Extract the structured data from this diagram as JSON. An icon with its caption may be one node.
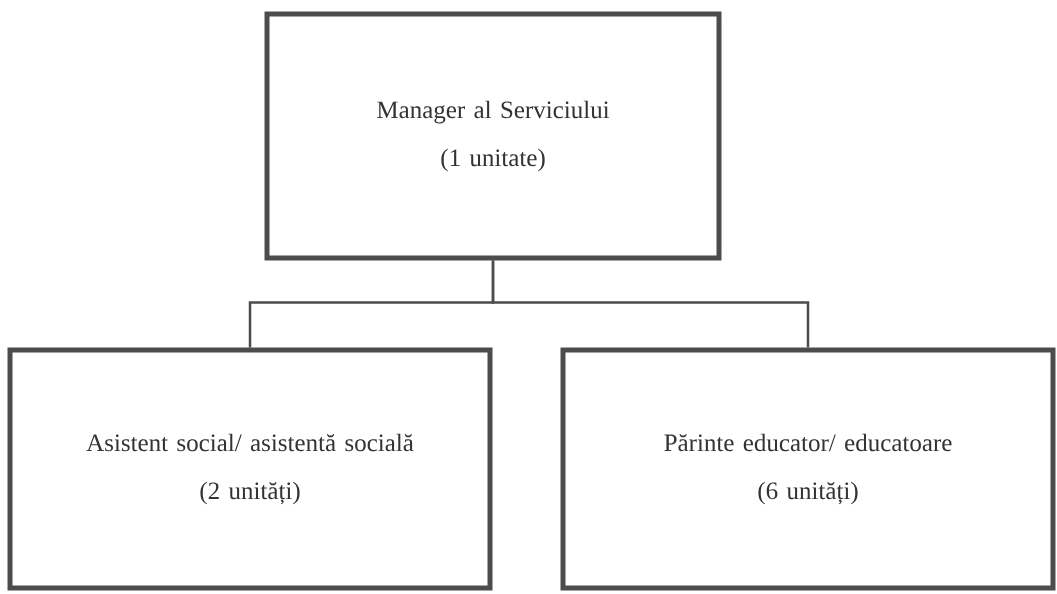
{
  "diagram": {
    "nodes": [
      {
        "text": [
          "Manager al Serviciului",
          "(1 unitate)"
        ]
      },
      {
        "text": [
          "Asistent social/ asistentă socială",
          "(2 unități)"
        ]
      },
      {
        "text": [
          "Părinte educator/ educatoare",
          "(6 unități)"
        ]
      }
    ],
    "edges": [
      {
        "from": 0,
        "to": 1,
        "arrow": "none"
      },
      {
        "from": 0,
        "to": 2,
        "arrow": "none"
      }
    ]
  }
}
